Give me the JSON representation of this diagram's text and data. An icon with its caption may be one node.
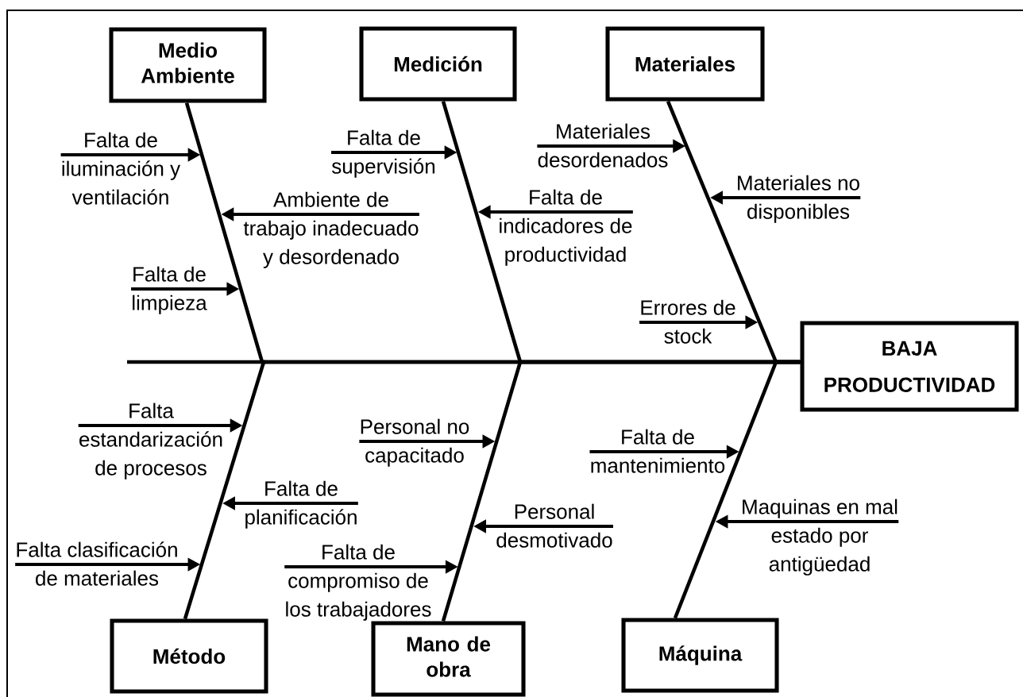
{
  "diagram": {
    "nodes": [
      {
        "text": [
          "Medio Ambiente"
        ]
      },
      {
        "text": [
          "Medición"
        ]
      },
      {
        "text": [
          "Materiales"
        ]
      },
      {
        "text": [
          "BAJA PRODUCTIVIDAD"
        ]
      },
      {
        "text": [
          "Método"
        ]
      },
      {
        "text": [
          "Mano de obra"
        ]
      },
      {
        "text": [
          "Máquina"
        ]
      },
      {
        "text": [
          "Falta de iluminación y ventilación"
        ]
      },
      {
        "text": [
          "Ambiente de trabajo inadecuado y desordenado"
        ]
      },
      {
        "text": [
          "Falta de limpieza"
        ]
      },
      {
        "text": [
          "Falta de supervisión"
        ]
      },
      {
        "text": [
          "Falta de indicadores de productividad"
        ]
      },
      {
        "text": [
          "Materiales desordenados"
        ]
      },
      {
        "text": [
          "Materiales no disponibles"
        ]
      },
      {
        "text": [
          "Errores de stock"
        ]
      },
      {
        "text": [
          "Falta estandarización de procesos"
        ]
      },
      {
        "text": [
          "Falta de planificación"
        ]
      },
      {
        "text": [
          "Falta clasificación de materiales"
        ]
      },
      {
        "text": [
          "Personal no capacitado"
        ]
      },
      {
        "text": [
          "Personal desmotivado"
        ]
      },
      {
        "text": [
          "Falta de compromiso de los trabajadores"
        ]
      },
      {
        "text": [
          "Falta de mantenimiento"
        ]
      },
      {
        "text": [
          "Maquinas en mal estado por antigüedad"
        ]
      }
    ],
    "edges": [
      {
        "from": 0,
        "to": 3,
        "arrow": "none"
      },
      {
        "from": 1,
        "to": 3,
        "arrow": "none"
      },
      {
        "from": 2,
        "to": 3,
        "arrow": "none"
      },
      {
        "from": 4,
        "to": 3,
        "arrow": "none"
      },
      {
        "from": 5,
        "to": 3,
        "arrow": "none"
      },
      {
        "from": 6,
        "to": 3,
        "arrow": "none"
      },
      {
        "from": 7,
        "to": null,
        "arrow": "to"
      },
      {
        "from": 8,
        "to": null,
        "arrow": "to"
      },
      {
        "from": 9,
        "to": null,
        "arrow": "to"
      },
      {
        "from": 10,
        "to": null,
        "arrow": "to"
      },
      {
        "from": 11,
        "to": null,
        "arrow": "to"
      },
      {
        "from": 12,
        "to": null,
        "arrow": "to"
      },
      {
        "from": 13,
        "to": null,
        "arrow": "to"
      },
      {
        "from": 14,
        "to": null,
        "arrow": "to"
      },
      {
        "from": 15,
        "to": null,
        "arrow": "to"
      },
      {
        "from": 16,
        "to": null,
        "arrow": "to"
      },
      {
        "from": 17,
        "to": null,
        "arrow": "to"
      },
      {
        "from": 18,
        "to": null,
        "arrow": "to"
      },
      {
        "from": 19,
        "to": null,
        "arrow": "to"
      },
      {
        "from": 20,
        "to": null,
        "arrow": "to"
      },
      {
        "from": 21,
        "to": null,
        "arrow": "to"
      },
      {
        "from": 22,
        "to": null,
        "arrow": "to"
      }
    ]
  }
}
